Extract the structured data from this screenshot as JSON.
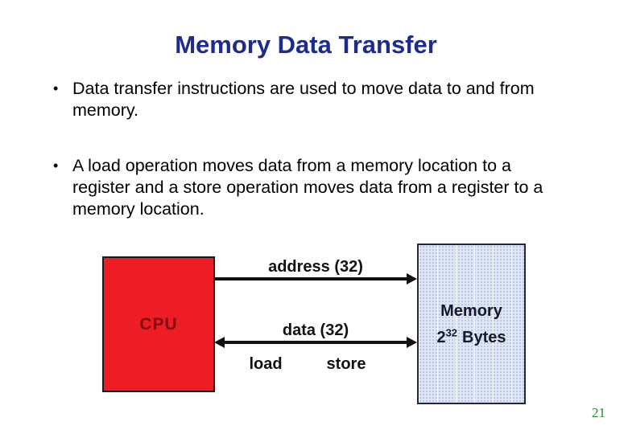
{
  "slide": {
    "title": "Memory Data Transfer",
    "bullet_char": "•",
    "bullets": [
      {
        "text": "Data transfer instructions are used to move data to and from memory."
      },
      {
        "text": "A load operation moves data from a memory location to a register and a store operation moves data from a register to a memory location."
      }
    ],
    "page_number": "21"
  },
  "diagram": {
    "cpu_label": "CPU",
    "memory_label": "Memory",
    "memory_capacity_base": "2",
    "memory_capacity_exponent": "32",
    "memory_capacity_unit": "Bytes",
    "address_bus_label": "address (32)",
    "data_bus_label": "data (32)",
    "load_label": "load",
    "store_label": "store"
  },
  "colors": {
    "title-color": "#1b2c8e",
    "cpu-fill": "#ee1c25",
    "cpu-text": "#7a0d12",
    "memory-fill": "#dce6f5",
    "memory-text": "#181830",
    "arrow-color": "#111111",
    "body-text": "#000000",
    "page-number-color": "#228b22"
  }
}
